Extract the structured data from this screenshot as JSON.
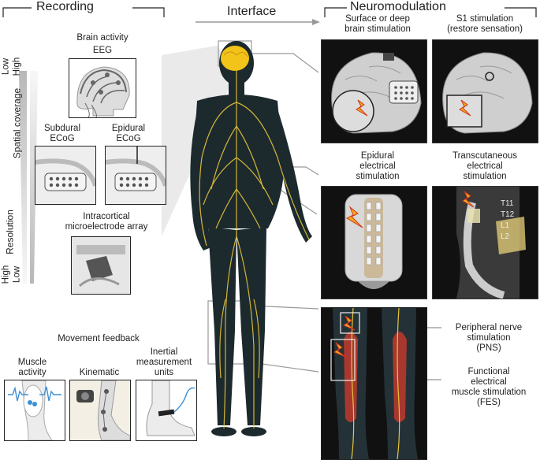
{
  "headers": {
    "recording": "Recording",
    "interface": "Interface",
    "neuromodulation": "Neuromodulation"
  },
  "recording": {
    "brain_activity": "Brain activity",
    "eeg": "EEG",
    "subdural": "Subdural",
    "subdural_ecog": "ECoG",
    "epidural": "Epidural",
    "epidural_ecog": "ECoG",
    "intracortical_line1": "Intracortical",
    "intracortical_line2": "microelectrode array",
    "axis_spatial": "Spatial coverage",
    "axis_resolution": "Resolution",
    "low_top": "Low",
    "high_top": "High",
    "high_bottom": "High",
    "low_bottom": "Low"
  },
  "feedback": {
    "title": "Movement feedback",
    "muscle_line1": "Muscle",
    "muscle_line2": "activity",
    "kinematic": "Kinematic",
    "inertial_line1": "Inertial",
    "inertial_line2": "measurement",
    "inertial_line3": "units"
  },
  "neuromodulation": {
    "surface_line1": "Surface or deep",
    "surface_line2": "brain stimulation",
    "s1_line1": "S1 stimulation",
    "s1_line2": "(restore sensation)",
    "epidural_line1": "Epidural",
    "epidural_line2": "electrical",
    "epidural_line3": "stimulation",
    "trans_line1": "Transcutaneous",
    "trans_line2": "electrical",
    "trans_line3": "stimulation",
    "pns_line1": "Peripheral nerve",
    "pns_line2": "stimulation",
    "pns_line3": "(PNS)",
    "fes_line1": "Functional",
    "fes_line2": "electrical",
    "fes_line3": "muscle stimulation",
    "fes_line4": "(FES)",
    "vertebrae": [
      "T11",
      "T12",
      "L1",
      "L2"
    ]
  },
  "colors": {
    "nerve": "#e8c53a",
    "brain": "#f2c318",
    "lightning": "#f2a81d",
    "lightning_edge": "#d2341c",
    "muscle": "#c0392b",
    "emg_blue": "#3a8fd6",
    "body": "#1c2a2e"
  }
}
